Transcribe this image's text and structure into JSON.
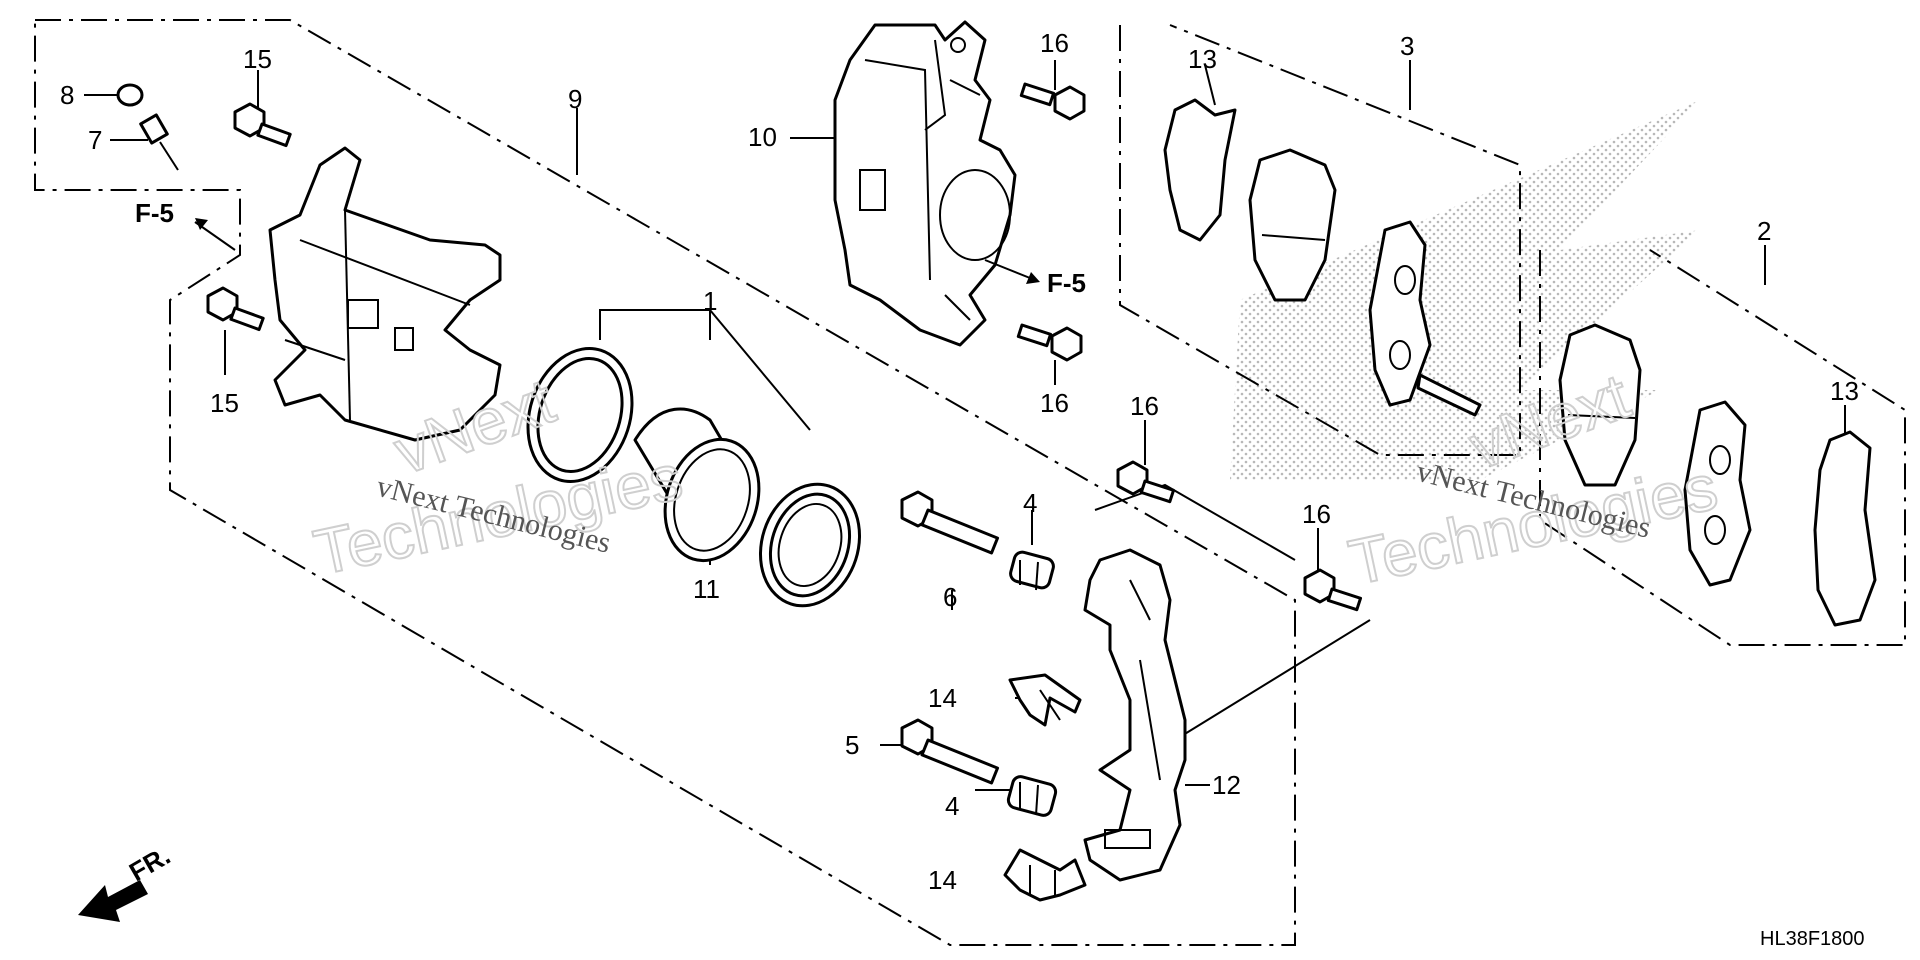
{
  "diagram": {
    "drawing_code": "HL38F1800",
    "front_indicator": "FR.",
    "ref_left": "F-5",
    "ref_right": "F-5",
    "watermark_small": "vNext Technologies",
    "watermark_large": "Technologies",
    "watermark_vnext": "vNext",
    "callouts": {
      "c1": "1",
      "c2": "2",
      "c3": "3",
      "c4a": "4",
      "c4b": "4",
      "c5": "5",
      "c6": "6",
      "c7": "7",
      "c8": "8",
      "c9": "9",
      "c10": "10",
      "c11": "11",
      "c12": "12",
      "c13a": "13",
      "c13b": "13",
      "c14a": "14",
      "c14b": "14",
      "c15a": "15",
      "c15b": "15",
      "c16a": "16",
      "c16b": "16",
      "c16c": "16",
      "c16d": "16"
    }
  }
}
